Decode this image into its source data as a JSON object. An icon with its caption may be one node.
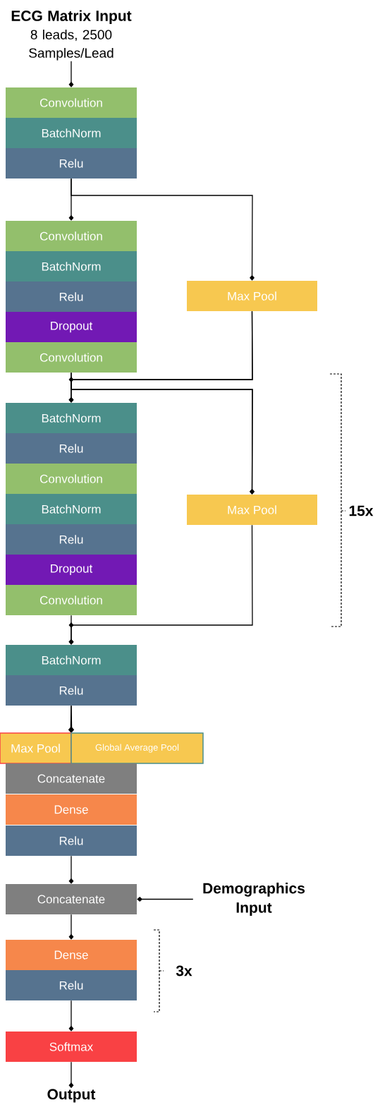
{
  "diagram": {
    "nodes": [
      {
        "text": [
          "ECG Matrix Input",
          "8 leads, 2500 Samples/Lead"
        ]
      },
      {
        "text": [
          "Convolution"
        ]
      },
      {
        "text": [
          "BatchNorm"
        ]
      },
      {
        "text": [
          "Relu"
        ]
      },
      {
        "text": [
          "Convolution"
        ]
      },
      {
        "text": [
          "BatchNorm"
        ]
      },
      {
        "text": [
          "Relu"
        ]
      },
      {
        "text": [
          "Dropout"
        ]
      },
      {
        "text": [
          "Convolution"
        ]
      },
      {
        "text": [
          "Max Pool"
        ]
      },
      {
        "text": [
          "BatchNorm"
        ]
      },
      {
        "text": [
          "Relu"
        ]
      },
      {
        "text": [
          "Convolution"
        ]
      },
      {
        "text": [
          "BatchNorm"
        ]
      },
      {
        "text": [
          "Relu"
        ]
      },
      {
        "text": [
          "Dropout"
        ]
      },
      {
        "text": [
          "Convolution"
        ]
      },
      {
        "text": [
          "Max Pool"
        ]
      },
      {
        "text": [
          "BatchNorm"
        ]
      },
      {
        "text": [
          "Relu"
        ]
      },
      {
        "text": [
          "Max Pool"
        ]
      },
      {
        "text": [
          "Global Average Pool"
        ]
      },
      {
        "text": [
          "Concatenate"
        ]
      },
      {
        "text": [
          "Dense"
        ]
      },
      {
        "text": [
          "Relu"
        ]
      },
      {
        "text": [
          "Concatenate"
        ]
      },
      {
        "text": [
          "Demographics Input"
        ]
      },
      {
        "text": [
          "Dense"
        ]
      },
      {
        "text": [
          "Relu"
        ]
      },
      {
        "text": [
          "Softmax"
        ]
      },
      {
        "text": [
          "Output"
        ]
      }
    ],
    "edges": [
      {
        "from": 0,
        "to": 1,
        "arrow": "other"
      },
      {
        "from": 3,
        "to": 4,
        "arrow": "other"
      },
      {
        "from": 3,
        "to": 9,
        "arrow": "other"
      },
      {
        "from": 8,
        "to": 10,
        "arrow": "other"
      },
      {
        "from": 9,
        "to": 10,
        "arrow": "other"
      },
      {
        "from": 8,
        "to": 17,
        "arrow": "other"
      },
      {
        "from": 9,
        "to": 17,
        "arrow": "other"
      },
      {
        "from": 16,
        "to": 18,
        "arrow": "other"
      },
      {
        "from": 17,
        "to": 18,
        "arrow": "other"
      },
      {
        "from": 19,
        "to": 20,
        "arrow": "other"
      },
      {
        "from": 19,
        "to": 21,
        "arrow": "other"
      },
      {
        "from": 24,
        "to": 25,
        "arrow": "other"
      },
      {
        "from": 26,
        "to": 25,
        "arrow": "other"
      },
      {
        "from": 25,
        "to": 27,
        "arrow": "other"
      },
      {
        "from": 28,
        "to": 29,
        "arrow": "other"
      },
      {
        "from": 29,
        "to": 30,
        "arrow": "other"
      }
    ],
    "labels": [
      "15x",
      "3x"
    ]
  }
}
